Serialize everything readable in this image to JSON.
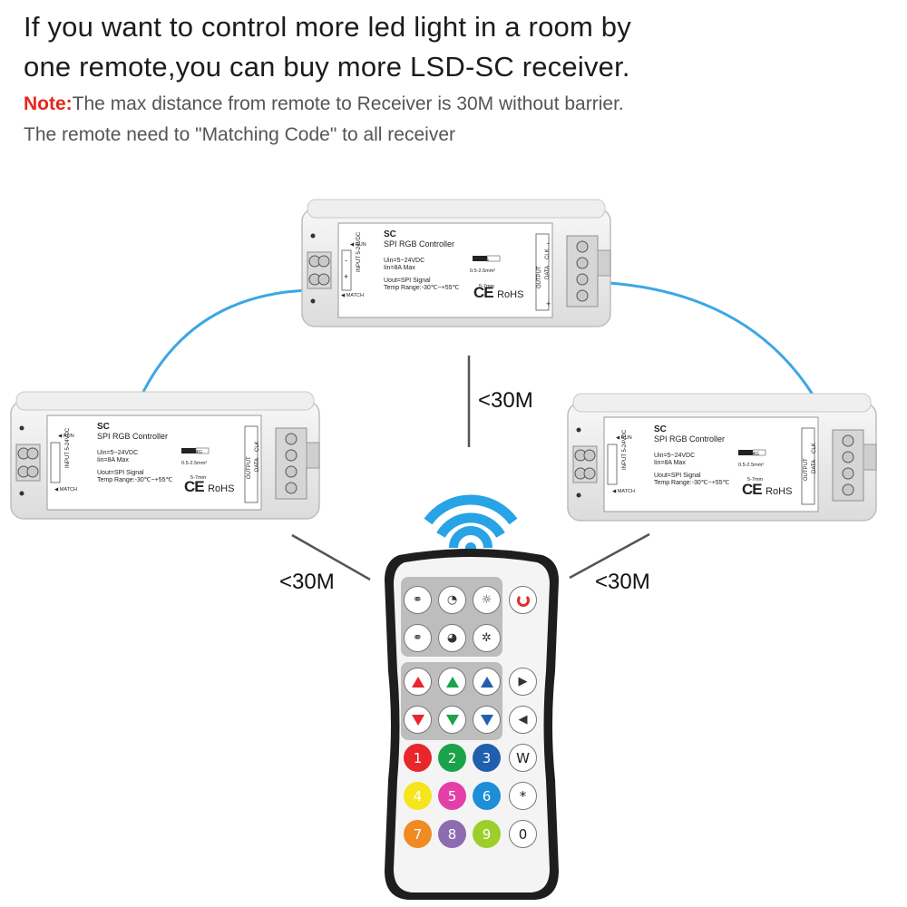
{
  "headline": {
    "line1": "If you want to control more led light in a room by",
    "line2": "one remote,you can buy more LSD-SC receiver."
  },
  "note": {
    "label": "Note:",
    "line1": "The max distance from remote to Receiver is 30M without barrier.",
    "line2": "The remote need to \"Matching Code\" to all receiver"
  },
  "distance_labels": [
    "<30M",
    "<30M",
    "<30M"
  ],
  "controller": {
    "model": "SC",
    "name": "SPI RGB Controller",
    "uin": "Uin=5~24VDC",
    "iin": "Iin=8A Max",
    "uout": "Uout=SPI Signal",
    "temp": "Temp Range:-30℃~+55℃",
    "freq": "2.4G",
    "wire_spec": "0.5-2.5mm²",
    "strip": "5-7mm",
    "run": "RUN",
    "match": "MATCH",
    "input": "INPUT 5-24VDC",
    "output": "OUTPUT",
    "data": "DATA",
    "clk": "CLK",
    "ce": "CE",
    "rohs": "RoHS",
    "plus": "+",
    "minus": "-"
  },
  "remote": {
    "number_buttons": [
      "1",
      "2",
      "3",
      "W",
      "4",
      "5",
      "6",
      "*",
      "7",
      "8",
      "9",
      "0"
    ],
    "number_colors": [
      "#e8262c",
      "#1aa34a",
      "#1f5fae",
      "#ffffff",
      "#f6e51c",
      "#e33fa8",
      "#1d8ed8",
      "#ffffff",
      "#f08b24",
      "#8c6bb1",
      "#9ccf2a",
      "#ffffff"
    ]
  },
  "colors": {
    "link": "#3aa7e6",
    "wifi": "#27a3e6",
    "note_red": "#e8261c",
    "power": "#e32b2b"
  }
}
